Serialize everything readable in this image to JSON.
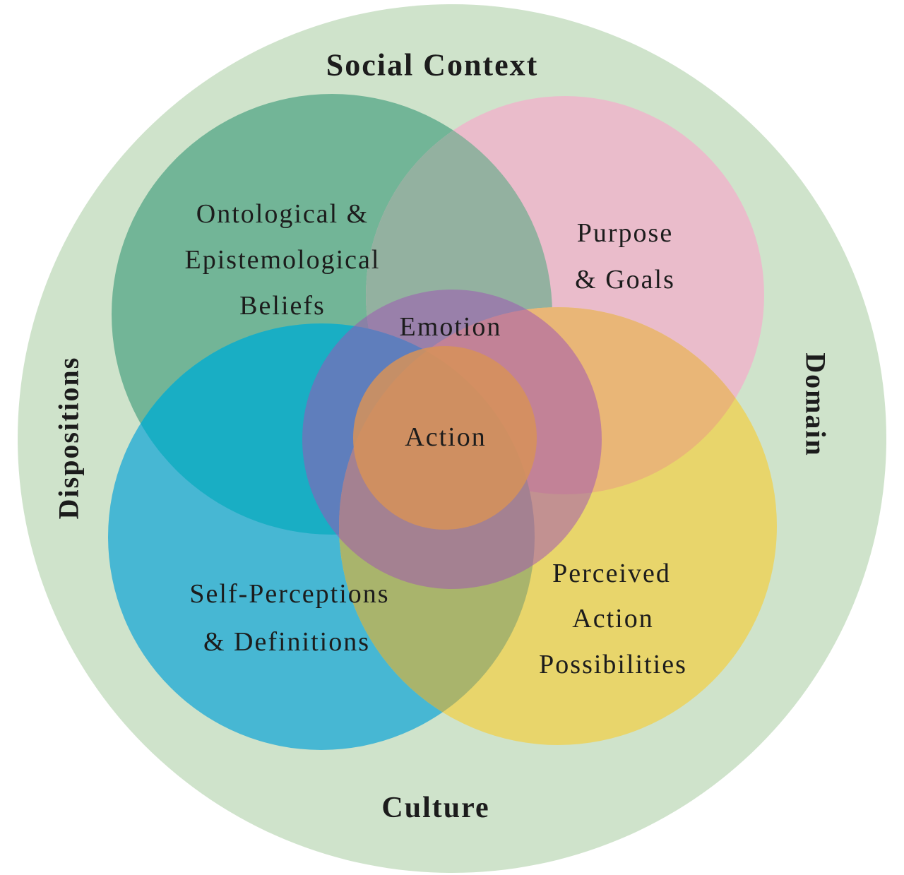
{
  "figure": {
    "type": "nested-venn-diagram",
    "outer_labels": {
      "top": "Social Context",
      "right": "Domain",
      "bottom": "Culture",
      "left": "Dispositions"
    },
    "inner_circles": {
      "beliefs": {
        "lines": [
          "Ontological &",
          "Epistemological",
          "Beliefs"
        ]
      },
      "purpose": {
        "lines": [
          "Purpose",
          "& Goals"
        ]
      },
      "self_perceptions": {
        "lines": [
          "Self-Perceptions",
          "& Definitions"
        ]
      },
      "perceived": {
        "lines": [
          "Perceived",
          "Action",
          "Possibilities"
        ]
      },
      "emotion": {
        "label": "Emotion"
      },
      "action": {
        "label": "Action"
      }
    },
    "colors": {
      "outer_ring": "#cfe3cb",
      "beliefs_green": "#72b597",
      "purpose_pink": "#eabccb",
      "self_blue": "#47b7d3",
      "perceived_yellow": "#e8d56b",
      "overlap_sage": "#93b1a0",
      "overlap_cyan": "#19aec4",
      "overlap_orange": "#e9b677",
      "overlap_olive": "#a9b46c",
      "emotion_purple": "rgba(160,82,180,0.52)",
      "action_orange": "rgba(215,146,88,0.85)",
      "text": "#1c1c1c"
    }
  }
}
